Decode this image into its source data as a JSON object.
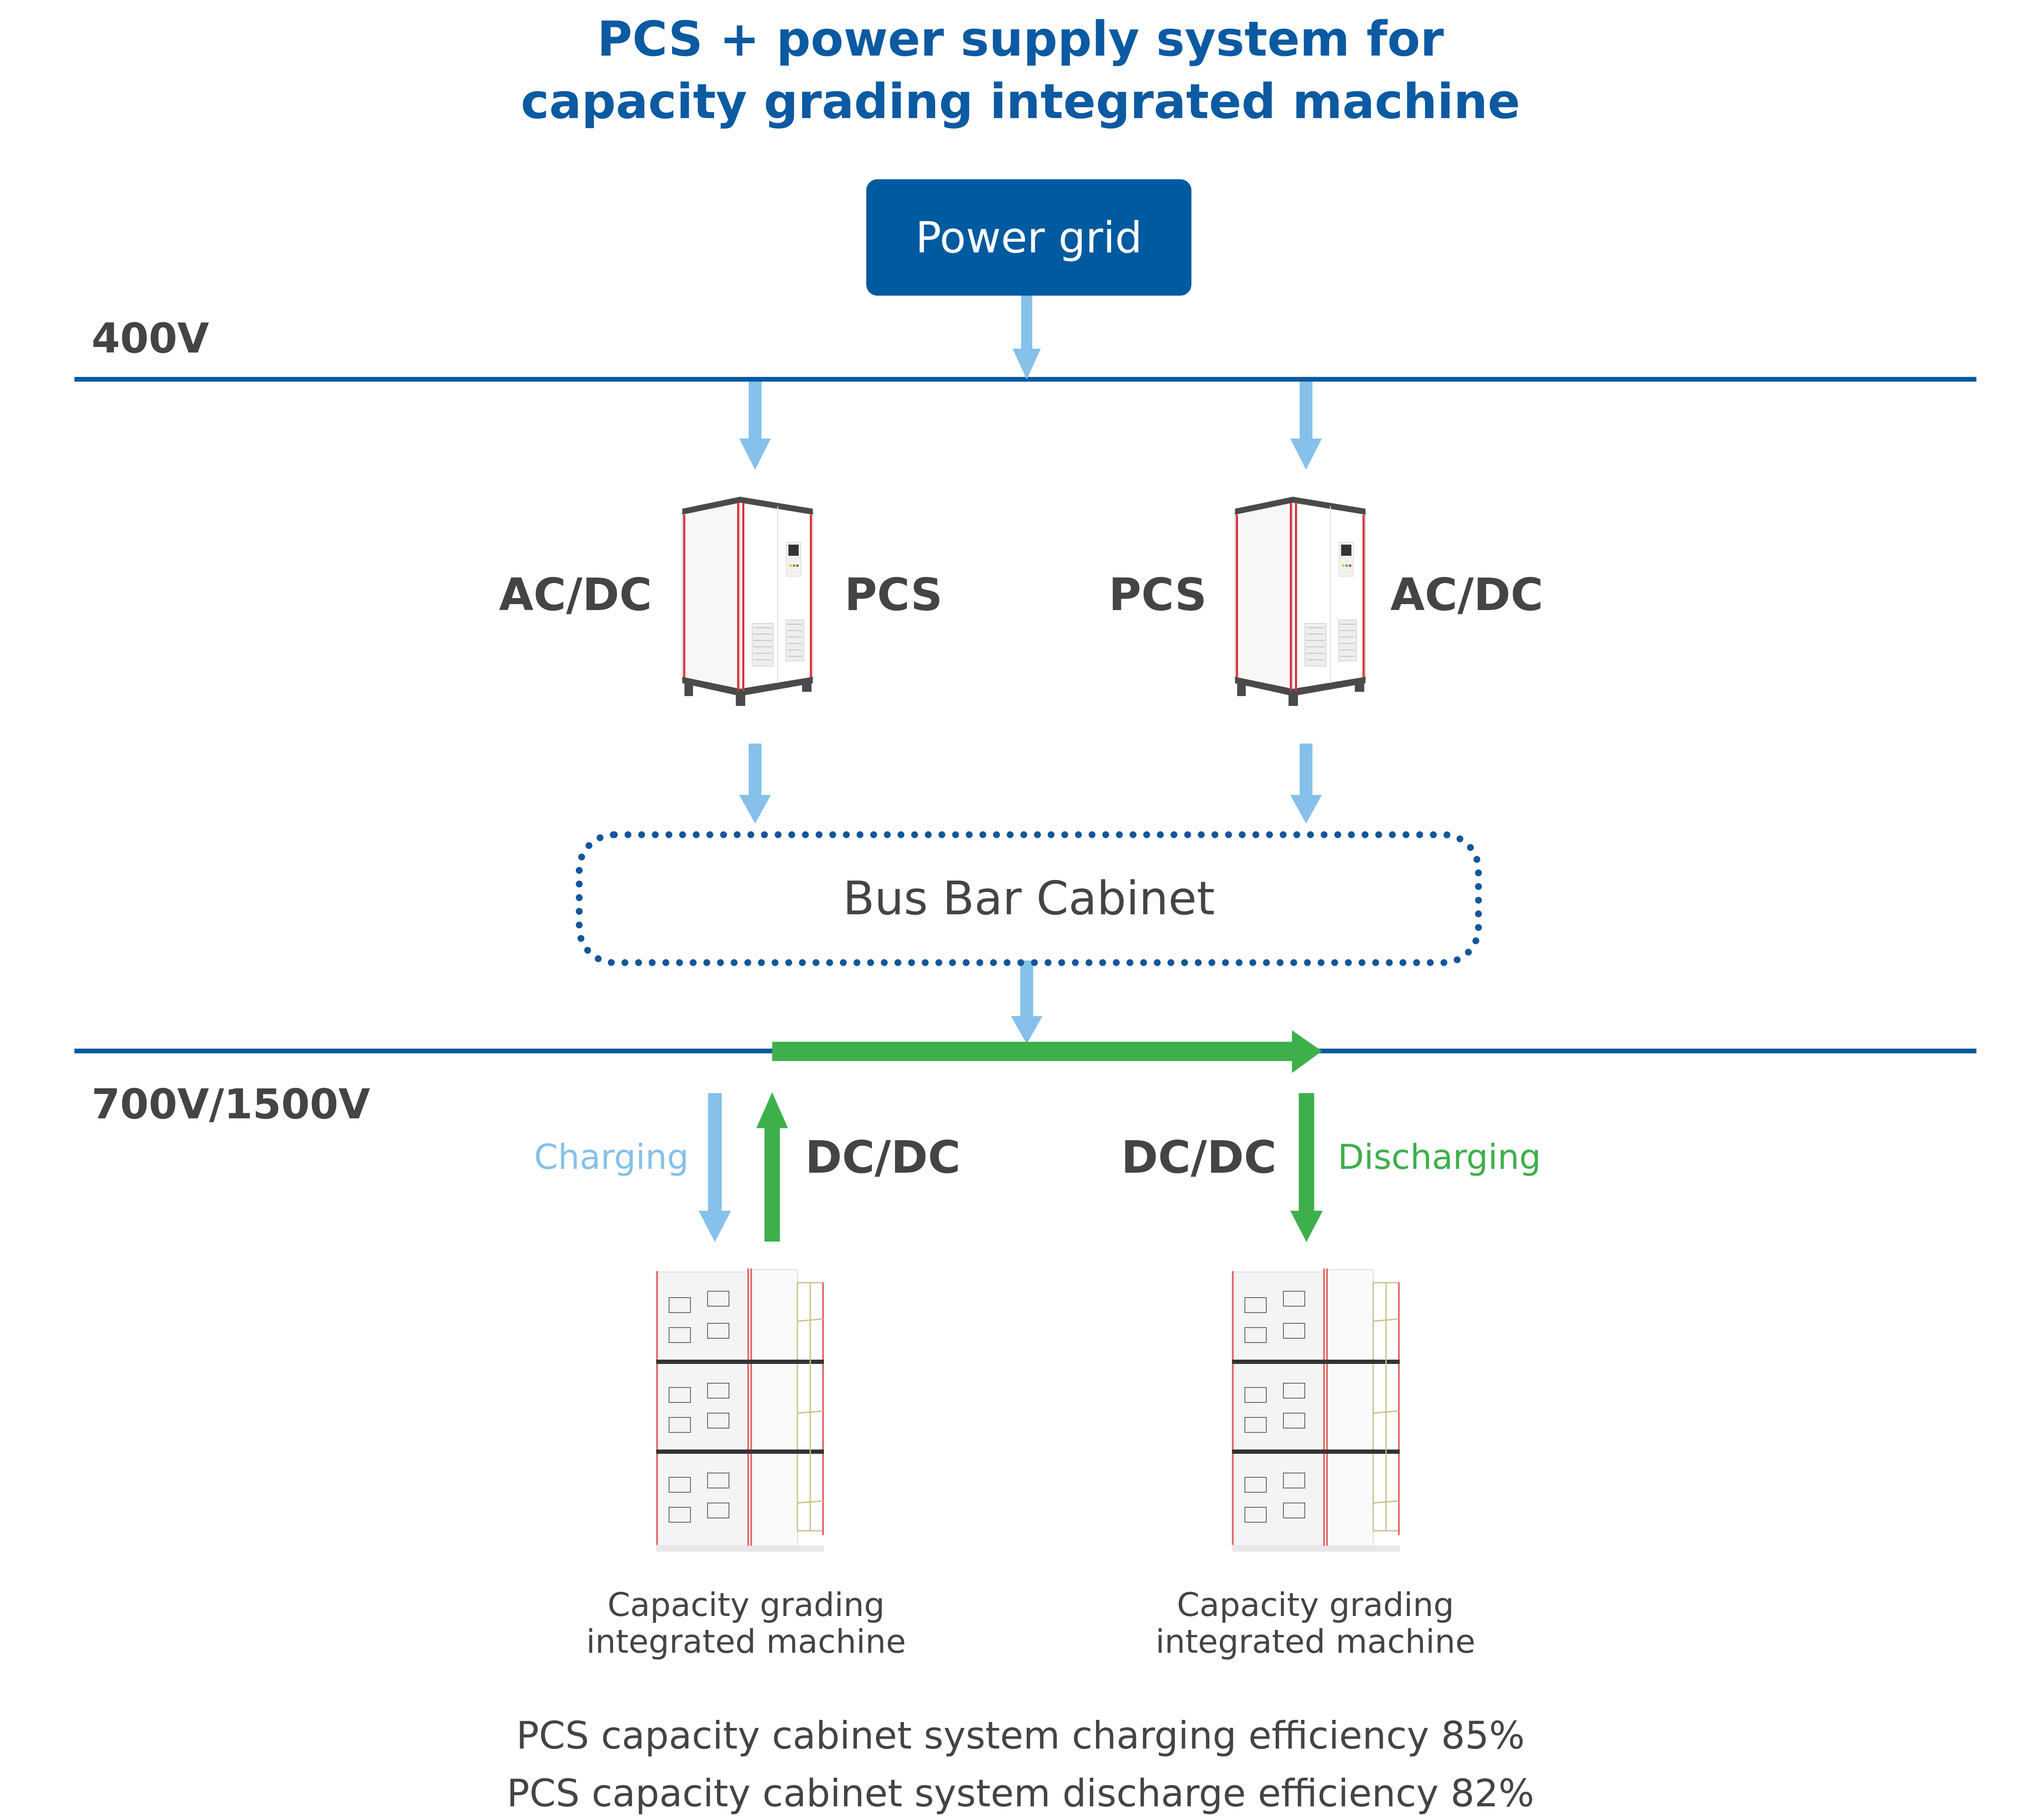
{
  "title": {
    "line1": "PCS + power supply system for",
    "line2": "capacity grading integrated machine"
  },
  "power_grid": {
    "label": "Power grid"
  },
  "buses": {
    "ac": {
      "label": "400V"
    },
    "dc": {
      "label": "700V/1500V"
    }
  },
  "pcs_units": [
    {
      "left_label": "AC/DC",
      "right_label": "PCS",
      "image": "pcs-cabinet"
    },
    {
      "left_label": "PCS",
      "right_label": "AC/DC",
      "image": "pcs-cabinet"
    }
  ],
  "bus_bar_cabinet": {
    "label": "Bus Bar Cabinet"
  },
  "dc_links": {
    "left": {
      "flow_label": "Charging",
      "converter_label": "DC/DC"
    },
    "right": {
      "converter_label": "DC/DC",
      "flow_label": "Discharging"
    }
  },
  "machines": [
    {
      "caption_line1": "Capacity grading",
      "caption_line2": "integrated machine",
      "image": "rack-machine"
    },
    {
      "caption_line1": "Capacity grading",
      "caption_line2": "integrated machine",
      "image": "rack-machine"
    }
  ],
  "efficiency": {
    "charging_text": "PCS capacity cabinet system charging efficiency 85%",
    "discharge_text": "PCS capacity cabinet system discharge efficiency 82%",
    "charging_percent": 85,
    "discharge_percent": 82
  },
  "colors": {
    "title_blue": "#0b5aa2",
    "grid_box": "#005aa0",
    "bus_line": "#065aa0",
    "ac_arrow": "#85c1ea",
    "dc_green": "#3db04b",
    "busbar_dotted": "#14569a",
    "text_gray": "#444444"
  }
}
